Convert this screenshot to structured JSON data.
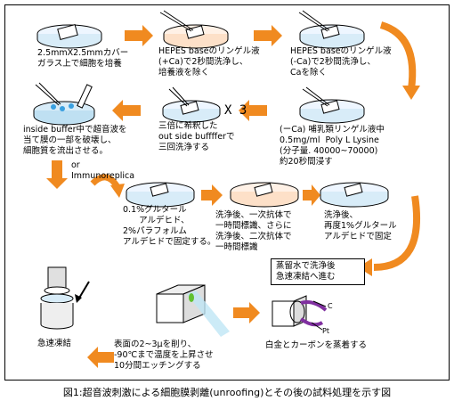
{
  "caption": "図1:超音波刺激による細胞膜剥離(unroofing)とその後の試料処理を示す図",
  "multiplier": "X 3",
  "steps": {
    "s1": "2.5mmX2.5mmカバー\nガラス上で細胞を培養",
    "s2": "HEPES baseのリンゲル液\n(+Ca)で2秒間洗浄し、\n培養液を除く",
    "s3": "HEPES baseのリンゲル液\n(-Ca)で2秒間洗浄し、\nCaを除く",
    "s4": "(ーCa) 哺乳類リンゲル液中\n0.5mg/ml  Poly L Lysine\n(分子量. 40000~70000)\n約20秒間浸す",
    "s5": "三倍に希釈した\nout side bufffferで\n三回洗浄する",
    "s6": "inside buffer中で超音波を\n当て膜の一部を破壊し、\n細胞質を流出させる。",
    "or": "or",
    "immuno": "Immunoreplica",
    "s7": "0.1%グルタール\n      アルデヒド、\n2%パラフォルム\nアルデヒドで固定する。",
    "s8": "洗浄後、一次抗体で\n一時間標識、さらに\n洗浄後、二次抗体で\n一時間標識",
    "s9": "洗浄後、\n再度1%グルタール\nアルデヒドで固定",
    "s10": "蒸留水で洗浄後\n急速凍結へ進む",
    "s11": "急速凍結",
    "s12": "表面の2~3μを削り、\n-90℃まで温度を上昇させ\n10分間エッチングする",
    "s13": "白金とカーボンを蒸着する",
    "label_c": "C",
    "label_pt": "Pt"
  }
}
